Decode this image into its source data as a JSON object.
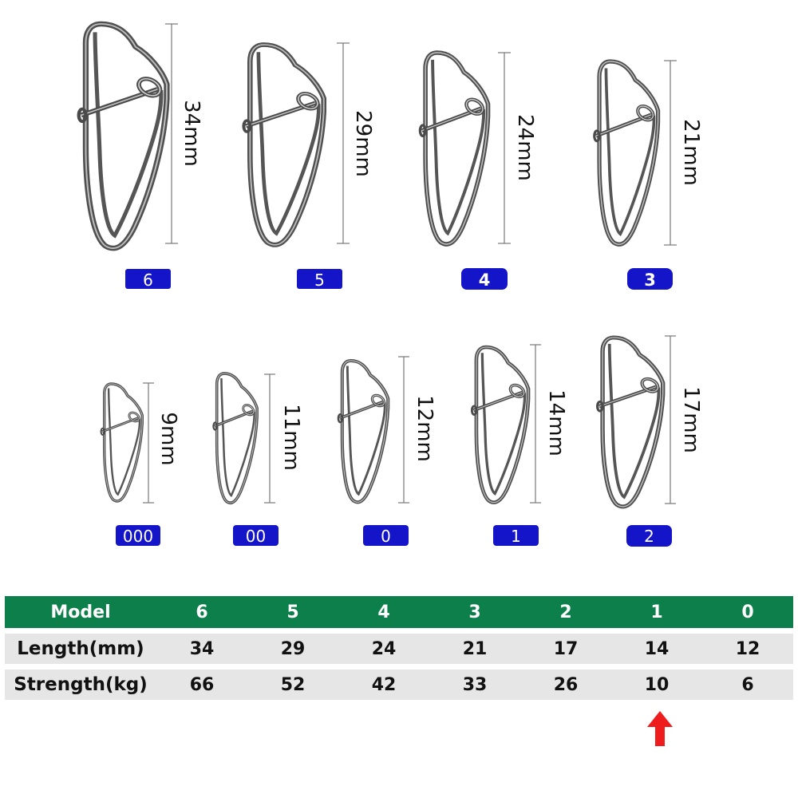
{
  "snaps": [
    {
      "model": "6",
      "length": "34mm"
    },
    {
      "model": "5",
      "length": "29mm"
    },
    {
      "model": "4",
      "length": "24mm"
    },
    {
      "model": "3",
      "length": "21mm"
    },
    {
      "model": "000",
      "length": "9mm"
    },
    {
      "model": "00",
      "length": "11mm"
    },
    {
      "model": "0",
      "length": "12mm"
    },
    {
      "model": "1",
      "length": "14mm"
    },
    {
      "model": "2",
      "length": "17mm"
    }
  ],
  "table": {
    "header": [
      "Model",
      "6",
      "5",
      "4",
      "3",
      "2",
      "1",
      "0"
    ],
    "rows": [
      [
        "Length(mm)",
        "34",
        "29",
        "24",
        "21",
        "17",
        "14",
        "12"
      ],
      [
        "Strength(kg)",
        "66",
        "52",
        "42",
        "33",
        "26",
        "10",
        "6"
      ]
    ]
  },
  "colors": {
    "badge": "#1414c8",
    "header_bg": "#0d7f4b",
    "row_bg": "#e6e6e6",
    "arrow": "#ee1c1c",
    "wire": "#4a4a4a"
  },
  "icons": {
    "snap": "fishing-snap-icon",
    "pointer": "red-up-arrow-icon"
  }
}
